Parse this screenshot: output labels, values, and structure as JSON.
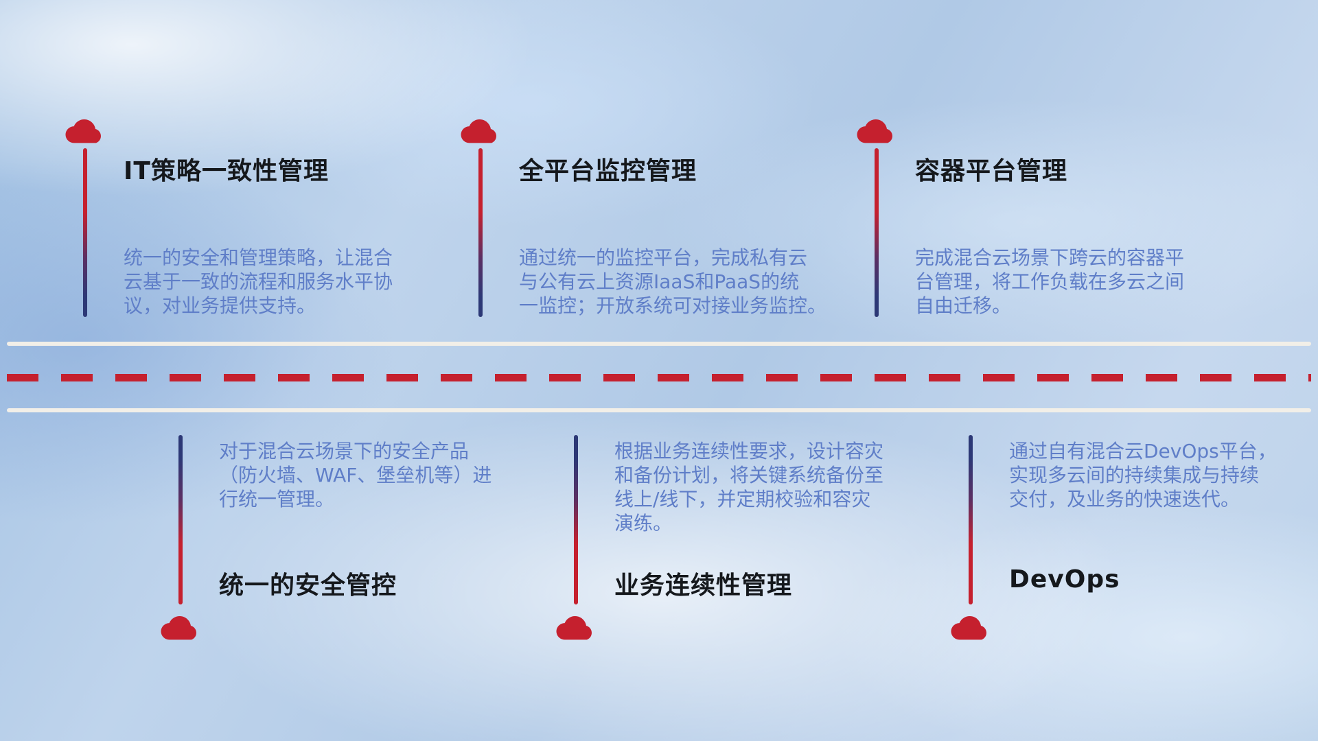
{
  "colors": {
    "accent_red": "#c5202e",
    "deep_navy": "#2c3876",
    "title_text": "#15181c",
    "body_text": "#5f7ec8",
    "road_stripe": "#f2efe8"
  },
  "items": [
    {
      "title": "IT策略一致性管理",
      "description_lines": [
        "统一的安全和管理策略，让混合",
        "云基于一致的流程和服务水平协",
        "议，对业务提供支持。"
      ]
    },
    {
      "title": "全平台监控管理",
      "description_lines": [
        "通过统一的监控平台，完成私有云",
        "与公有云上资源IaaS和PaaS的统",
        "一监控；开放系统可对接业务监控。"
      ]
    },
    {
      "title": "容器平台管理",
      "description_lines": [
        "完成混合云场景下跨云的容器平",
        "台管理，将工作负载在多云之间",
        "自由迁移。"
      ]
    },
    {
      "title": "统一的安全管控",
      "description_lines": [
        "对于混合云场景下的安全产品",
        "（防火墙、WAF、堡垒机等）进",
        "行统一管理。"
      ]
    },
    {
      "title": "业务连续性管理",
      "description_lines": [
        "根据业务连续性要求，设计容灾",
        "和备份计划，将关键系统备份至",
        "线上/线下，并定期校验和容灾",
        "演练。"
      ]
    },
    {
      "title": "DevOps",
      "description_lines": [
        "通过自有混合云DevOps平台，",
        "实现多云间的持续集成与持续",
        "交付，及业务的快速迭代。"
      ]
    }
  ]
}
